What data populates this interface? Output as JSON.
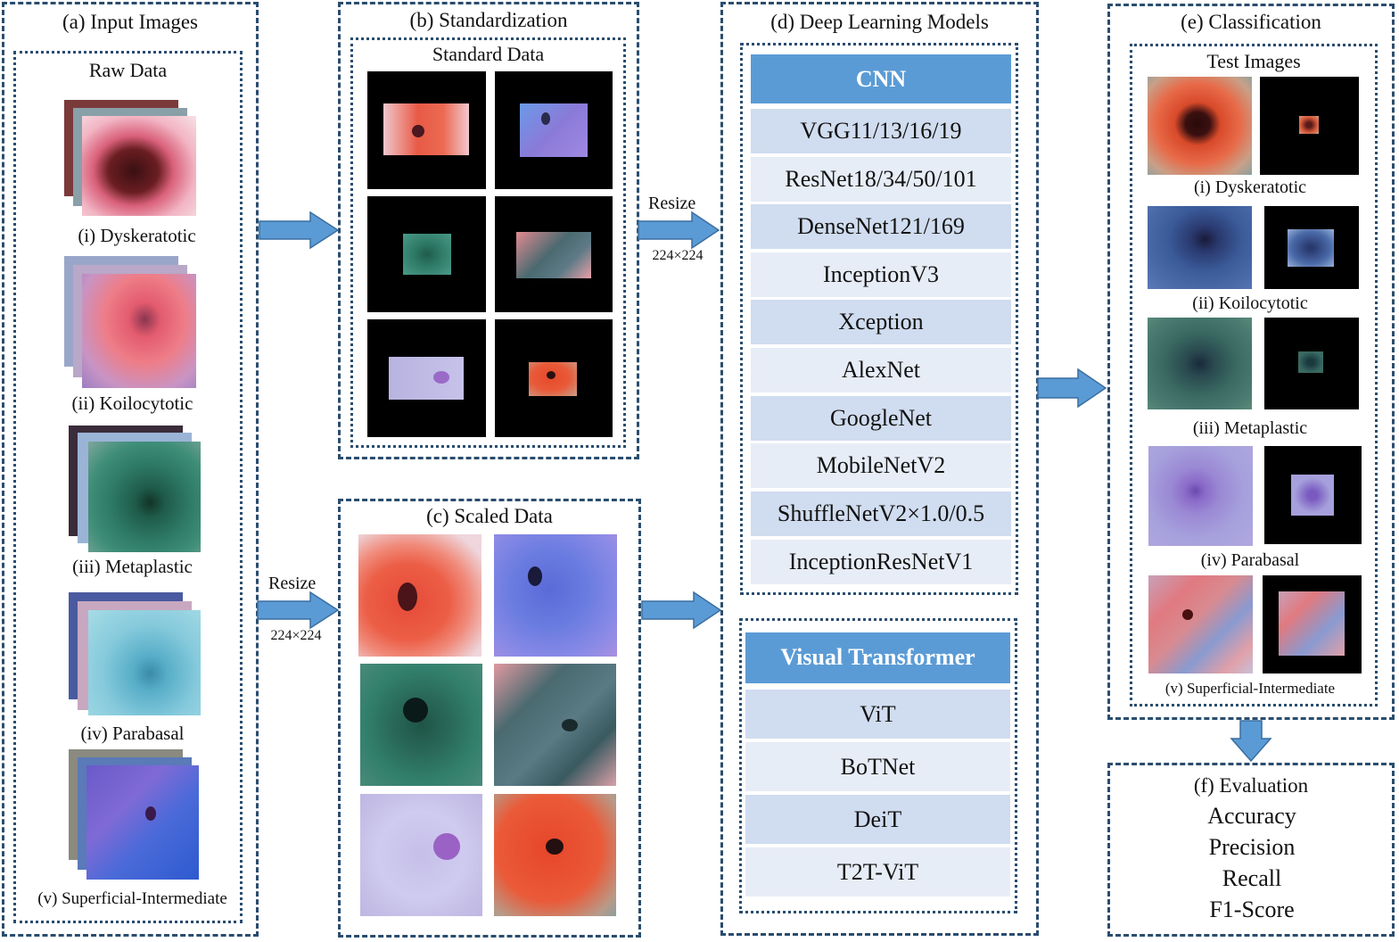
{
  "panels": {
    "a": {
      "title": "(a) Input Images",
      "inner_title": "Raw Data"
    },
    "b": {
      "title": "(b) Standardization",
      "inner_title": "Standard Data"
    },
    "c": {
      "title": "(c) Scaled Data"
    },
    "d": {
      "title": "(d) Deep Learning Models"
    },
    "e": {
      "title": "(e) Classification",
      "inner_title": "Test Images"
    },
    "f": {
      "title": "(f) Evaluation"
    }
  },
  "classes": [
    "(i) Dyskeratotic",
    "(ii) Koilocytotic",
    "(iii) Metaplastic",
    "(iv) Parabasal",
    "(v) Superficial-Intermediate"
  ],
  "resize": {
    "label": "Resize",
    "size": "224×224"
  },
  "cnn": {
    "header": "CNN",
    "models": [
      "VGG11/13/16/19",
      "ResNet18/34/50/101",
      "DenseNet121/169",
      "InceptionV3",
      "Xception",
      "AlexNet",
      "GoogleNet",
      "MobileNetV2",
      "ShuffleNetV2×1.0/0.5",
      "InceptionResNetV1"
    ]
  },
  "transformer": {
    "header": "Visual Transformer",
    "models": [
      "ViT",
      "BoTNet",
      "DeiT",
      "T2T-ViT"
    ]
  },
  "metrics": [
    "Accuracy",
    "Precision",
    "Recall",
    "F1-Score"
  ],
  "colors": {
    "accent": "#5b9bd5",
    "border": "#2a4d6e",
    "row_dark": "#d0dcef",
    "row_light": "#e7edf7",
    "arrow": "#5b9bd5"
  }
}
